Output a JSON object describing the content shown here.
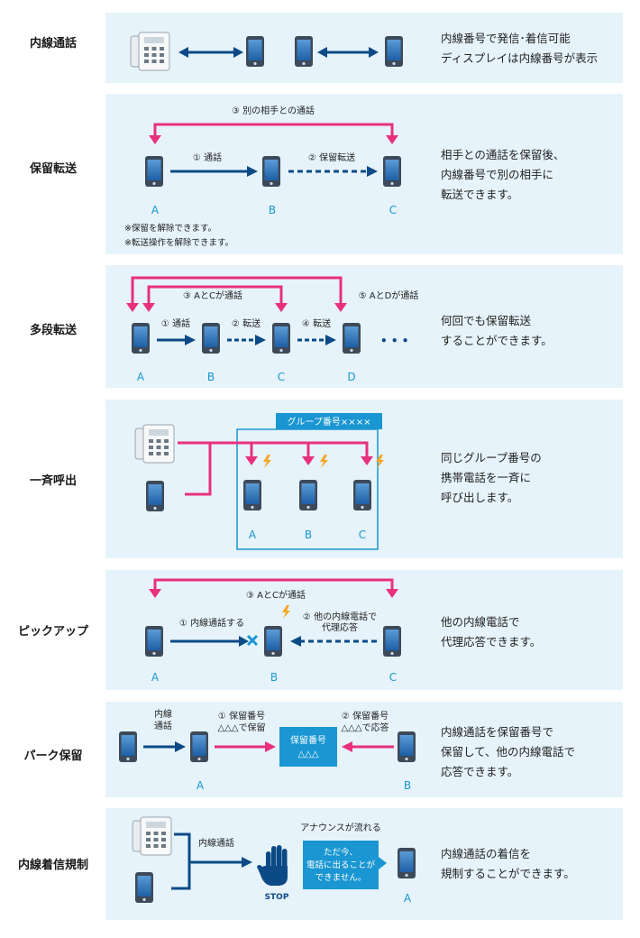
{
  "colors": {
    "panel_bg": "#e6f3fa",
    "navy": "#0b4a86",
    "magenta": "#e8307f",
    "box": "#1a96d2",
    "cyan_label": "#1a96d2",
    "bolt": "#f5a623"
  },
  "rows": [
    {
      "title": "内線通話",
      "desc": [
        "内線番号で発信･着信可能",
        "ディスプレイは内線番号が表示"
      ]
    },
    {
      "title": "保留転送",
      "desc": [
        "相手との通話を保留後、",
        "内線番号で別の相手に",
        "転送できます。"
      ],
      "labels": {
        "top": "③ 別の相手との通話",
        "step1": "① 通話",
        "step2": "② 保留転送",
        "A": "A",
        "B": "B",
        "C": "C",
        "notes": [
          "※保留を解除できます。",
          "※転送操作を解除できます。"
        ]
      }
    },
    {
      "title": "多段転送",
      "desc": [
        "何回でも保留転送",
        "することができます。"
      ],
      "labels": {
        "ac": "③ AとCが通話",
        "ad": "⑤ AとDが通話",
        "step1": "① 通話",
        "step2": "② 転送",
        "step4": "④ 転送",
        "dots": "• • •",
        "A": "A",
        "B": "B",
        "C": "C",
        "D": "D"
      }
    },
    {
      "title": "一斉呼出",
      "desc": [
        "同じグループ番号の",
        "携帯電話を一斉に",
        "呼び出します。"
      ],
      "labels": {
        "group": "グループ番号××××",
        "A": "A",
        "B": "B",
        "C": "C"
      }
    },
    {
      "title": "ピックアップ",
      "desc": [
        "他の内線電話で",
        "代理応答できます。"
      ],
      "labels": {
        "top": "③ AとCが通話",
        "step1": "① 内線通話する",
        "step2a": "② 他の内線電話で",
        "step2b": "代理応答",
        "A": "A",
        "B": "B",
        "C": "C"
      }
    },
    {
      "title": "パーク保留",
      "desc": [
        "内線通話を保留番号で",
        "保留して、他の内線電話で",
        "応答できます。"
      ],
      "labels": {
        "naisen1": "内線",
        "naisen2": "通話",
        "s1a": "① 保留番号",
        "s1b": "△△△で保留",
        "s2a": "② 保留番号",
        "s2b": "△△△で応答",
        "box1": "保留番号",
        "box2": "△△△",
        "A": "A",
        "B": "B"
      }
    },
    {
      "title": "内線着信規制",
      "desc": [
        "内線通話の着信を",
        "規制することができます。"
      ],
      "labels": {
        "naisen": "内線通話",
        "announce": "アナウンスが流れる",
        "stop": "STOP",
        "bubble": [
          "ただ今、",
          "電話に出ることが",
          "できません。"
        ],
        "A": "A"
      }
    }
  ]
}
